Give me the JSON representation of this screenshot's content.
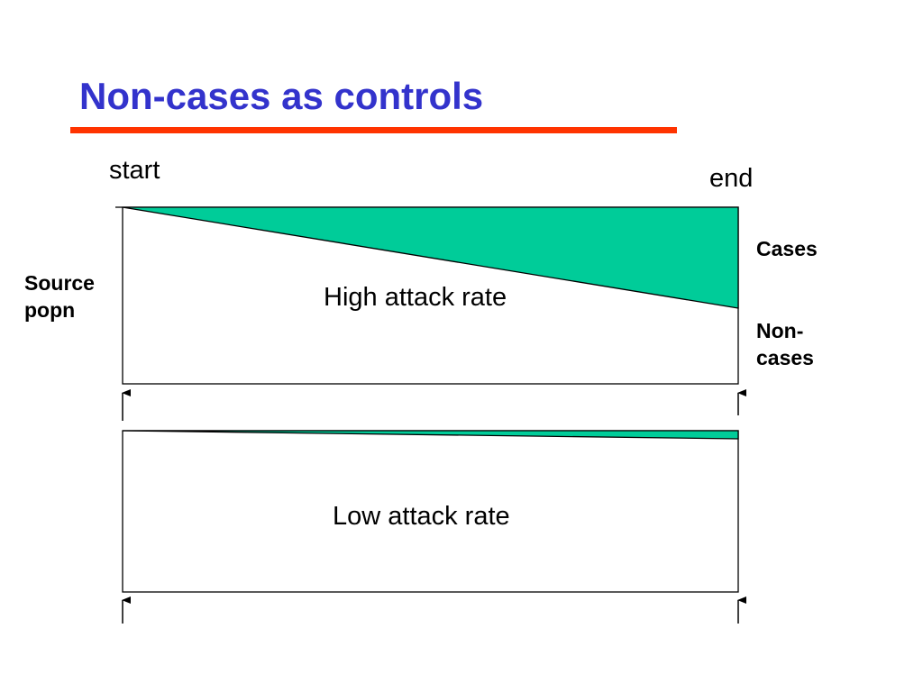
{
  "slide": {
    "title": "Non-cases as controls",
    "title_color": "#3333CC",
    "rule_color": "#FF3300"
  },
  "timeline": {
    "start_label": "start",
    "end_label": "end"
  },
  "labels": {
    "source_line1": "Source",
    "source_line2": "popn",
    "cases": "Cases",
    "noncases_line1": "Non-",
    "noncases_line2": "cases"
  },
  "panels": {
    "high": {
      "label": "High attack rate"
    },
    "low": {
      "label": "Low attack rate"
    }
  },
  "colors": {
    "cases_fill": "#00CC99",
    "outline": "#000000"
  },
  "icons": {
    "time_marker": "up-arrow-icon"
  }
}
